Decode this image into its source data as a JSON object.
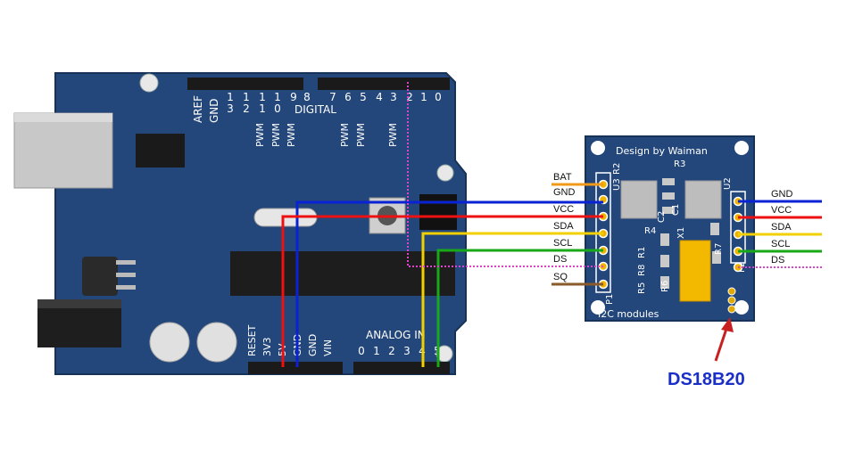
{
  "arduino": {
    "header_top_left": [
      "AREF",
      "GND"
    ],
    "header_top_digits": [
      "1\n3",
      "1\n2",
      "1\n1",
      "1\n0",
      "9",
      "8",
      "7",
      "6",
      "5",
      "4",
      "3",
      "2",
      "1",
      "0"
    ],
    "digital_label": "DIGITAL",
    "pwm_label": "PWM",
    "power_pins": [
      "RESET",
      "3V3",
      "5V",
      "GND",
      "GND",
      "VIN"
    ],
    "analog_label": "ANALOG IN",
    "analog_pins": [
      "0",
      "1",
      "2",
      "3",
      "4",
      "5"
    ]
  },
  "module": {
    "title": "Design by Waiman",
    "bottom_label": "I2C modules",
    "left_pins": [
      "BAT",
      "GND",
      "VCC",
      "SDA",
      "SCL",
      "DS",
      "SQ"
    ],
    "right_pins": [
      "GND",
      "VCC",
      "SDA",
      "SCL",
      "DS"
    ],
    "component_labels": [
      "R2",
      "U3",
      "R3",
      "U2",
      "C2",
      "C1",
      "R4",
      "X1",
      "R1",
      "R8",
      "R5",
      "R6",
      "R7",
      "P1",
      "P2"
    ]
  },
  "caption": "DS18B20",
  "colors": {
    "board": "#23477a",
    "wire_gnd": "#0a22d6",
    "wire_vcc": "#ee1111",
    "wire_sda": "#f2d000",
    "wire_scl": "#18a818",
    "wire_bat": "#f09a18",
    "wire_sq": "#8a5a2a",
    "ds_dotted": "#dd44cc",
    "arrow": "#c82020",
    "caption": "#1a2fc8"
  }
}
